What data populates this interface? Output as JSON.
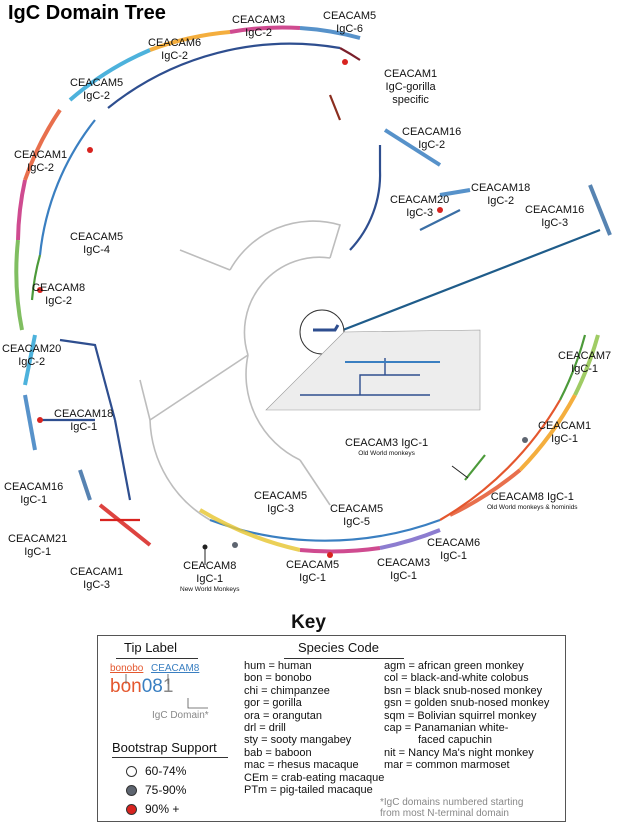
{
  "title": "IgC Domain Tree",
  "clade_labels": [
    {
      "id": "ceacam3-igc2",
      "line1": "CEACAM3",
      "line2": "IgC-2"
    },
    {
      "id": "ceacam5-igc6",
      "line1": "CEACAM5",
      "line2": "IgC-6"
    },
    {
      "id": "ceacam6-igc2",
      "line1": "CEACAM6",
      "line2": "IgC-2"
    },
    {
      "id": "ceacam1-gorilla",
      "line1": "CEACAM1",
      "line2": "IgC-gorilla",
      "line3": "specific"
    },
    {
      "id": "ceacam5-igc2",
      "line1": "CEACAM5",
      "line2": "IgC-2"
    },
    {
      "id": "ceacam16-igc2",
      "line1": "CEACAM16",
      "line2": "IgC-2"
    },
    {
      "id": "ceacam1-igc2",
      "line1": "CEACAM1",
      "line2": "IgC-2"
    },
    {
      "id": "ceacam18-igc2",
      "line1": "CEACAM18",
      "line2": "IgC-2"
    },
    {
      "id": "ceacam20-igc3",
      "line1": "CEACAM20",
      "line2": "IgC-3"
    },
    {
      "id": "ceacam16-igc3",
      "line1": "CEACAM16",
      "line2": "IgC-3"
    },
    {
      "id": "ceacam5-igc4",
      "line1": "CEACAM5",
      "line2": "IgC-4"
    },
    {
      "id": "ceacam8-igc2",
      "line1": "CEACAM8",
      "line2": "IgC-2"
    },
    {
      "id": "ceacam20-igc2",
      "line1": "CEACAM20",
      "line2": "IgC-2"
    },
    {
      "id": "ceacam7-igc1",
      "line1": "CEACAM7",
      "line2": "IgC-1"
    },
    {
      "id": "ceacam18-igc1",
      "line1": "CEACAM18",
      "line2": "IgC-1"
    },
    {
      "id": "ceacam1-igc1",
      "line1": "CEACAM1",
      "line2": "IgC-1"
    },
    {
      "id": "ceacam3-igc1-owm",
      "line1": "CEACAM3 IgC-1",
      "line2": "",
      "note": "Old World monkeys"
    },
    {
      "id": "ceacam16-igc1",
      "line1": "CEACAM16",
      "line2": "IgC-1"
    },
    {
      "id": "ceacam8-igc1-owm",
      "line1": "CEACAM8 IgC-1",
      "line2": "",
      "note": "Old World monkeys & hominids"
    },
    {
      "id": "ceacam5-igc3",
      "line1": "CEACAM5",
      "line2": "IgC-3"
    },
    {
      "id": "ceacam5-igc5",
      "line1": "CEACAM5",
      "line2": "IgC-5"
    },
    {
      "id": "ceacam21-igc1",
      "line1": "CEACAM21",
      "line2": "IgC-1"
    },
    {
      "id": "ceacam6-igc1",
      "line1": "CEACAM6",
      "line2": "IgC-1"
    },
    {
      "id": "ceacam8-igc1-nwm",
      "line1": "CEACAM8",
      "line2": "IgC-1",
      "note": "New World Monkeys"
    },
    {
      "id": "ceacam5-igc1",
      "line1": "CEACAM5",
      "line2": "IgC-1"
    },
    {
      "id": "ceacam3-igc1",
      "line1": "CEACAM3",
      "line2": "IgC-1"
    },
    {
      "id": "ceacam1-igc3",
      "line1": "CEACAM1",
      "line2": "IgC-3"
    }
  ],
  "key": {
    "title": "Key",
    "tip_label": {
      "heading": "Tip Label",
      "species_part": "bonobo",
      "gene_part": "CEACAM8",
      "example_species": "bon",
      "example_gene": "08",
      "example_domain": "1",
      "domain_label": "IgC Domain*",
      "colors": {
        "species": "#e4572e",
        "gene": "#3a7fc1",
        "domain": "#888888"
      }
    },
    "bootstrap": {
      "heading": "Bootstrap Support",
      "levels": [
        {
          "label": "60-74%",
          "color": "#ffffff"
        },
        {
          "label": "75-90%",
          "color": "#5e6570"
        },
        {
          "label": "90% +",
          "color": "#d8231f"
        }
      ]
    },
    "species": {
      "heading": "Species Code",
      "col1": [
        "hum = human",
        "bon = bonobo",
        "chi = chimpanzee",
        "gor = gorilla",
        "ora = orangutan",
        "drl = drill",
        "sty = sooty mangabey",
        "bab = baboon",
        "mac = rhesus macaque",
        "CEm = crab-eating macaque",
        "PTm = pig-tailed macaque"
      ],
      "col2": [
        "agm = african green monkey",
        "col = black-and-white colobus",
        "bsn = black snub-nosed monkey",
        "gsn = golden snub-nosed monkey",
        "sqm = Bolivian squirrel monkey",
        "cap = Panamanian white-",
        "faced capuchin",
        "nit = Nancy Ma's night monkey",
        "mar = common marmoset"
      ]
    },
    "footnote_line1": "*IgC domains numbered starting",
    "footnote_line2": "from most N-terminal domain"
  }
}
